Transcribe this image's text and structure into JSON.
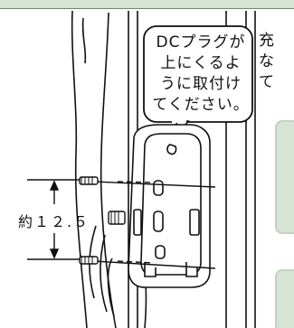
{
  "callout": {
    "lines": [
      "DCプラグが",
      "上にくるよ",
      "うに取付け",
      "てください。"
    ]
  },
  "dimension": {
    "label": "約１２.５"
  },
  "side_text": {
    "lines": [
      "充",
      "な",
      "て"
    ]
  },
  "colors": {
    "panel_green": "#d7e3d4",
    "line": "#111111"
  }
}
